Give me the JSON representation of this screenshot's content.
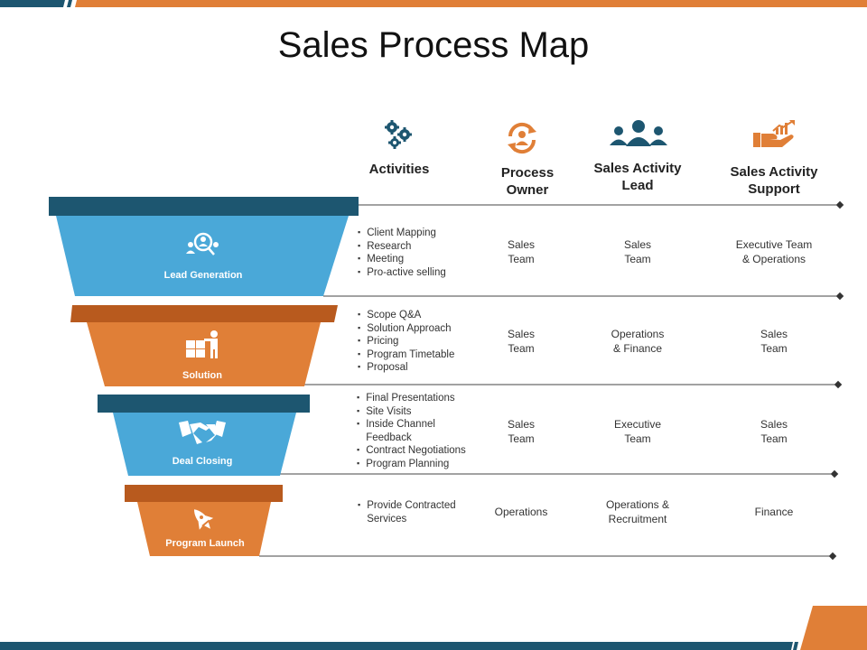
{
  "title": "Sales Process Map",
  "columns": [
    {
      "label_lines": [
        "Activities"
      ],
      "icon": "gears-icon"
    },
    {
      "label_lines": [
        "Process",
        "Owner"
      ],
      "icon": "person-cycle-icon"
    },
    {
      "label_lines": [
        "Sales Activity",
        "Lead"
      ],
      "icon": "team-icon"
    },
    {
      "label_lines": [
        "Sales Activity",
        "Support"
      ],
      "icon": "hand-growth-icon"
    }
  ],
  "rows": [
    {
      "stage": "Lead Generation",
      "icon": "people-search-icon",
      "activities": [
        "Client Mapping",
        "Research",
        "Meeting",
        "Pro-active selling"
      ],
      "owner": [
        "Sales",
        "Team"
      ],
      "lead": [
        "Sales",
        "Team"
      ],
      "support": [
        "Executive Team",
        "& Operations"
      ]
    },
    {
      "stage": "Solution",
      "icon": "puzzle-person-icon",
      "activities": [
        "Scope Q&A",
        "Solution Approach",
        "Pricing",
        "Program Timetable",
        "Proposal"
      ],
      "owner": [
        "Sales",
        "Team"
      ],
      "lead": [
        "Operations",
        "& Finance"
      ],
      "support": [
        "Sales",
        "Team"
      ]
    },
    {
      "stage": "Deal Closing",
      "icon": "handshake-icon",
      "activities": [
        "Final Presentations",
        "Site Visits",
        "Inside Channel",
        "Feedback",
        "Contract Negotiations",
        "Program Planning"
      ],
      "owner": [
        "Sales",
        "Team"
      ],
      "lead": [
        "Executive",
        "Team"
      ],
      "support": [
        "Sales",
        "Team"
      ]
    },
    {
      "stage": "Program Launch",
      "icon": "rocket-icon",
      "activities": [
        "Provide Contracted",
        "Services"
      ],
      "owner": [
        "Operations"
      ],
      "lead": [
        "Operations &",
        "Recruitment"
      ],
      "support": [
        "Finance"
      ]
    }
  ],
  "colors": {
    "blue": "#4aa8d8",
    "navy": "#1d5670",
    "orange": "#e07f37",
    "dark_orange": "#b85a1e"
  }
}
